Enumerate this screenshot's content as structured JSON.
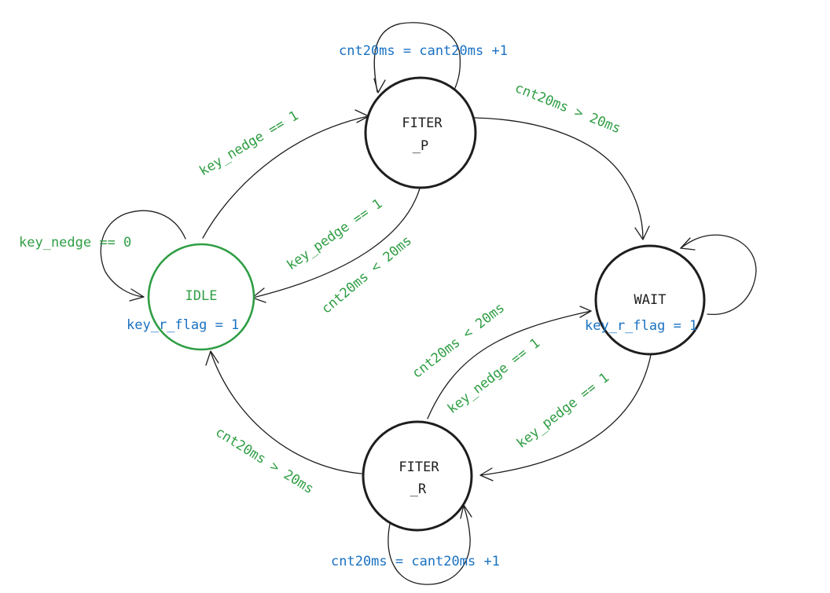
{
  "states": {
    "filter_p": {
      "line1": "FITER",
      "line2": "_P"
    },
    "idle": {
      "label": "IDLE",
      "output": "key_r_flag = 1"
    },
    "wait": {
      "label": "WAIT",
      "output": "key_r_flag = 1"
    },
    "filter_r": {
      "line1": "FITER",
      "line2": "_R"
    }
  },
  "transitions": {
    "filter_p_self": "cnt20ms = cant20ms +1",
    "idle_to_filter_p": "key_nedge == 1",
    "idle_self": "key_nedge == 0",
    "filter_p_to_wait": "cnt20ms > 20ms",
    "filter_p_to_idle_a": "key_pedge == 1",
    "filter_p_to_idle_b": "cnt20ms < 20ms",
    "filter_r_to_wait_a": "cnt20ms < 20ms",
    "filter_r_to_wait_b": "key_nedge == 1",
    "wait_to_filter_r": "key_pedge == 1",
    "filter_r_to_idle": "cnt20ms > 20ms",
    "filter_r_self": "cnt20ms = cant20ms +1"
  },
  "colors": {
    "stroke": "#1e1e1e",
    "green": "#2f9e44",
    "blue": "#1971c2"
  }
}
